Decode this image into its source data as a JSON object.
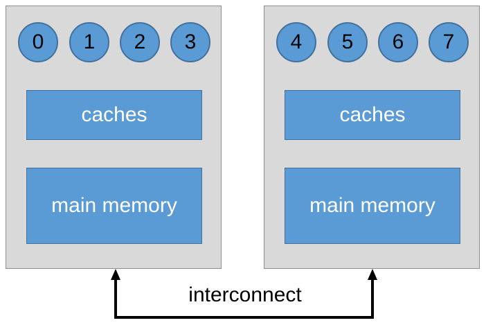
{
  "nodes": [
    {
      "cores": [
        "0",
        "1",
        "2",
        "3"
      ],
      "caches_label": "caches",
      "memory_label": "main memory"
    },
    {
      "cores": [
        "4",
        "5",
        "6",
        "7"
      ],
      "caches_label": "caches",
      "memory_label": "main memory"
    }
  ],
  "interconnect": {
    "label": "interconnect"
  },
  "colors": {
    "node_fill": "#d9d9d9",
    "node_border": "#8c8c8c",
    "block_fill": "#5b9bd5",
    "block_border": "#41719c",
    "block_text": "#ffffff",
    "arrow": "#000000"
  }
}
